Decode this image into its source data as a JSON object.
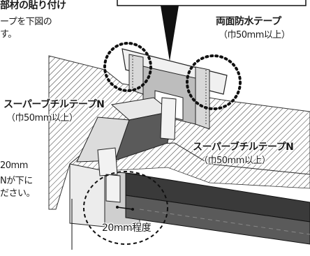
{
  "heading": {
    "text": "部材の貼り付け"
  },
  "intro": {
    "line1": "ープを下図の",
    "line2": "す。"
  },
  "side_note": {
    "line1": "20mm",
    "line2": "Nが下に",
    "line3": "ださい。"
  },
  "labels": {
    "waterproof_tape": {
      "name": "両面防水テープ",
      "width": "（巾50mm以上）"
    },
    "butyl_tape_left": {
      "name": "スーパーブチルテープN",
      "width": "（巾50mm以上）"
    },
    "butyl_tape_right": {
      "name": "スーパーブチルテープN",
      "width": "（巾50mm以上）"
    },
    "overlap": {
      "text": "20mm程度"
    }
  },
  "colors": {
    "hatch": "#333333",
    "duct_top": "#e6e6e6",
    "duct_side": "#5a5a5a",
    "duct_dark": "#3a3a3a",
    "tape": "#f2f2f2",
    "dots": "#111111"
  }
}
